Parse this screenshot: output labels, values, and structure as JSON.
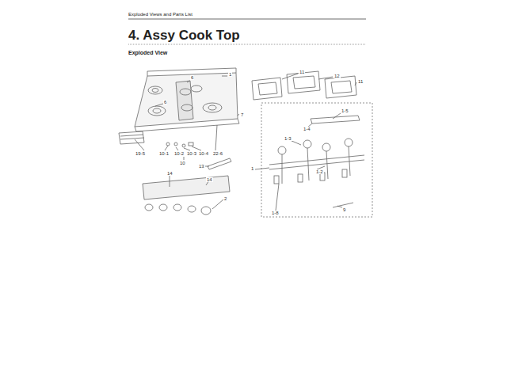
{
  "diagram": {
    "title": "4. Assy Cook Top",
    "labels": [
      "Exploded Views and Parts List",
      "Exploded View",
      "11",
      "12",
      "11",
      "6",
      "6",
      "1",
      "7",
      "19-5",
      "10-1",
      "10-2",
      "10-3",
      "10-4",
      "22-6",
      "10",
      "13",
      "14",
      "14",
      "2",
      "1-5",
      "1-4",
      "1-3",
      "1-2",
      "1-8",
      "9",
      "1"
    ]
  }
}
